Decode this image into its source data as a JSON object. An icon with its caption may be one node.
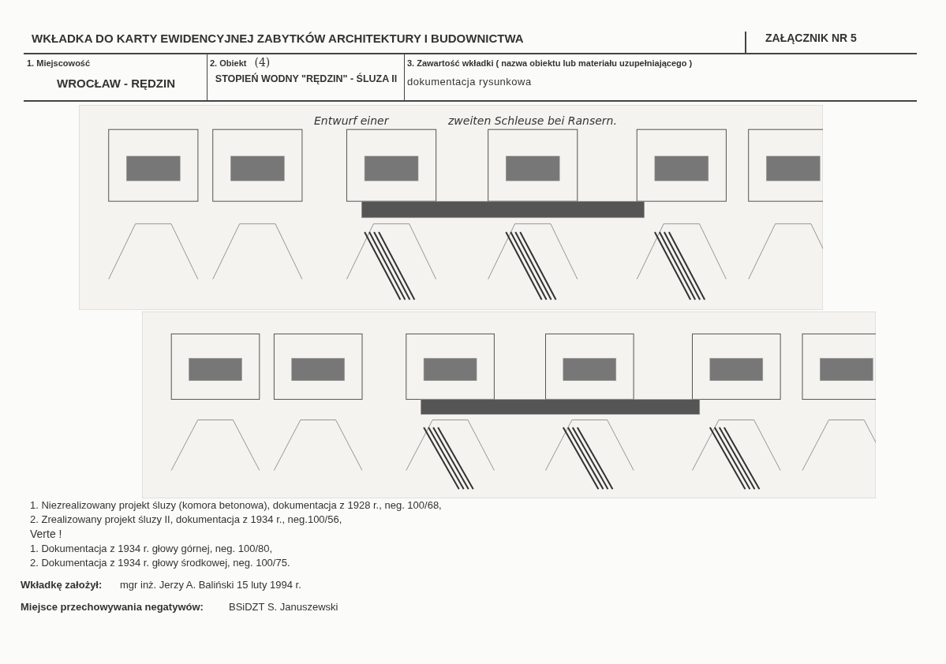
{
  "diagram": {
    "nodes": [
      {
        "text": [
          "WKŁADKA DO KARTY EWIDENCYJNEJ ZABYTKÓW ARCHITEKTURY I BUDOWNICTWA"
        ]
      },
      {
        "text": [
          "ZAŁĄCZNIK NR 5"
        ]
      },
      {
        "text": [
          "1. Miejscowość",
          "WROCŁAW - RĘDZIN"
        ]
      },
      {
        "text": [
          "2. Obiekt",
          "(4)",
          "STOPIEŃ WODNY \"RĘDZIN\" - ŚLUZA II"
        ]
      },
      {
        "text": [
          "3. Zawartość wkładki ( nazwa obiektu lub materiału uzupełniającego )",
          "dokumentacja rysunkowa"
        ]
      }
    ],
    "labels": [
      "Entwurf einer",
      "zweiten Schleuse bei Ransern.",
      "1. Niezrealizowany projekt śluzy (komora betonowa), dokumentacja z 1928 r., neg. 100/68,",
      "2. Zrealizowany projekt śluzy II, dokumentacja z 1934 r., neg.100/56,",
      "Verte !",
      "1. Dokumentacja z 1934 r. głowy górnej, neg. 100/80,",
      "2. Dokumentacja z 1934 r. głowy środkowej, neg. 100/75.",
      "Wkładkę założył:",
      "mgr inż. Jerzy A. Baliński 15 luty 1994 r.",
      "Miejsce przechowywania negatywów:",
      "BSiDZT S. Januszewski"
    ]
  }
}
